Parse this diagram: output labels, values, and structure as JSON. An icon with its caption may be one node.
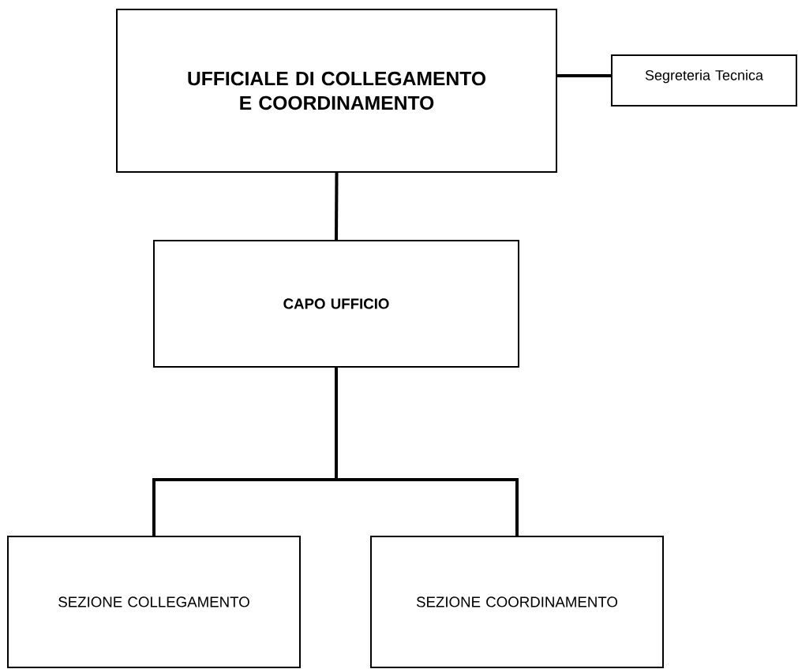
{
  "diagram": {
    "nodes": [
      {
        "text": [
          "UFFICIALE DI COLLEGAMENTO E COORDINAMENTO"
        ]
      },
      {
        "text": [
          "Segreteria Tecnica"
        ]
      },
      {
        "text": [
          "CAPO UFFICIO"
        ]
      },
      {
        "text": [
          "SEZIONE COLLEGAMENTO"
        ]
      },
      {
        "text": [
          "SEZIONE COORDINAMENTO"
        ]
      }
    ],
    "edges": [
      {
        "from": 0,
        "to": 1,
        "arrow": "none"
      },
      {
        "from": 0,
        "to": 2,
        "arrow": "none"
      },
      {
        "from": 2,
        "to": 3,
        "arrow": "none"
      },
      {
        "from": 2,
        "to": 4,
        "arrow": "none"
      }
    ]
  }
}
